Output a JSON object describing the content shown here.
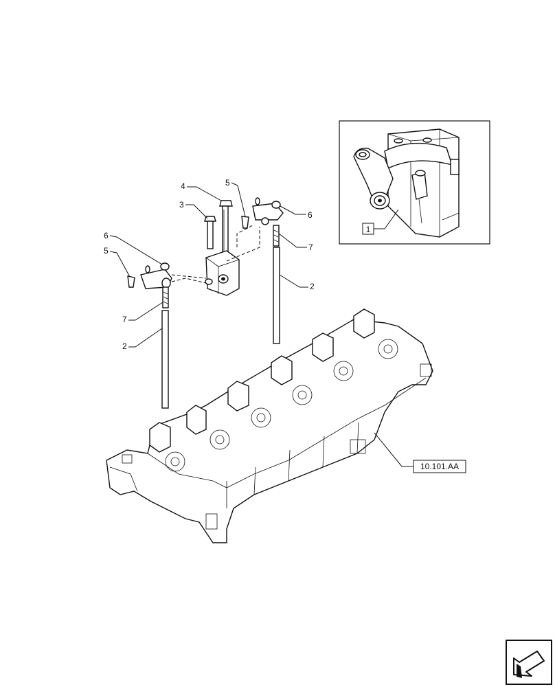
{
  "callouts": {
    "c1": "1",
    "c2_left": "2",
    "c2_right": "2",
    "c3": "3",
    "c4": "4",
    "c5_left": "5",
    "c5_top": "5",
    "c6_left": "6",
    "c6_right": "6",
    "c7_left": "7",
    "c7_right": "7"
  },
  "reference": "10.101.AA",
  "icons": {
    "nav": "next-page-arrow-icon"
  }
}
